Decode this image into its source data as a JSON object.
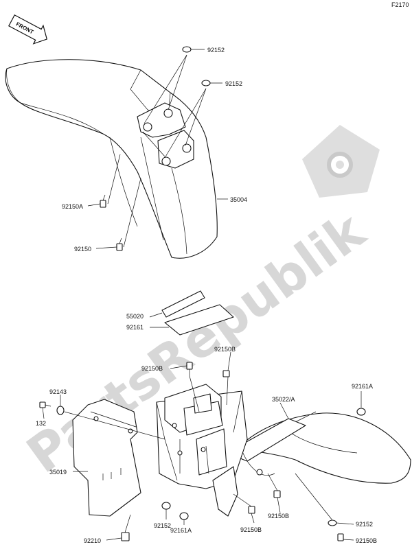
{
  "figure_code": "F2170",
  "front_badge": "FRONT",
  "watermark": "PartsRepublik",
  "callouts": [
    {
      "id": "c1",
      "text": "92152"
    },
    {
      "id": "c2",
      "text": "92152"
    },
    {
      "id": "c3",
      "text": "35004"
    },
    {
      "id": "c4",
      "text": "92150A"
    },
    {
      "id": "c5",
      "text": "92150"
    },
    {
      "id": "c6",
      "text": "55020"
    },
    {
      "id": "c7",
      "text": "92161"
    },
    {
      "id": "c8",
      "text": "92150B"
    },
    {
      "id": "c9",
      "text": "92150B"
    },
    {
      "id": "c10",
      "text": "92143"
    },
    {
      "id": "c11",
      "text": "35022/A"
    },
    {
      "id": "c12",
      "text": "92161A"
    },
    {
      "id": "c13",
      "text": "132"
    },
    {
      "id": "c14",
      "text": "35019"
    },
    {
      "id": "c15",
      "text": "92150B"
    },
    {
      "id": "c16",
      "text": "92152"
    },
    {
      "id": "c17",
      "text": "92210"
    },
    {
      "id": "c18",
      "text": "92152"
    },
    {
      "id": "c19",
      "text": "92161A"
    },
    {
      "id": "c20",
      "text": "92150B"
    },
    {
      "id": "c21",
      "text": "92150B"
    }
  ]
}
